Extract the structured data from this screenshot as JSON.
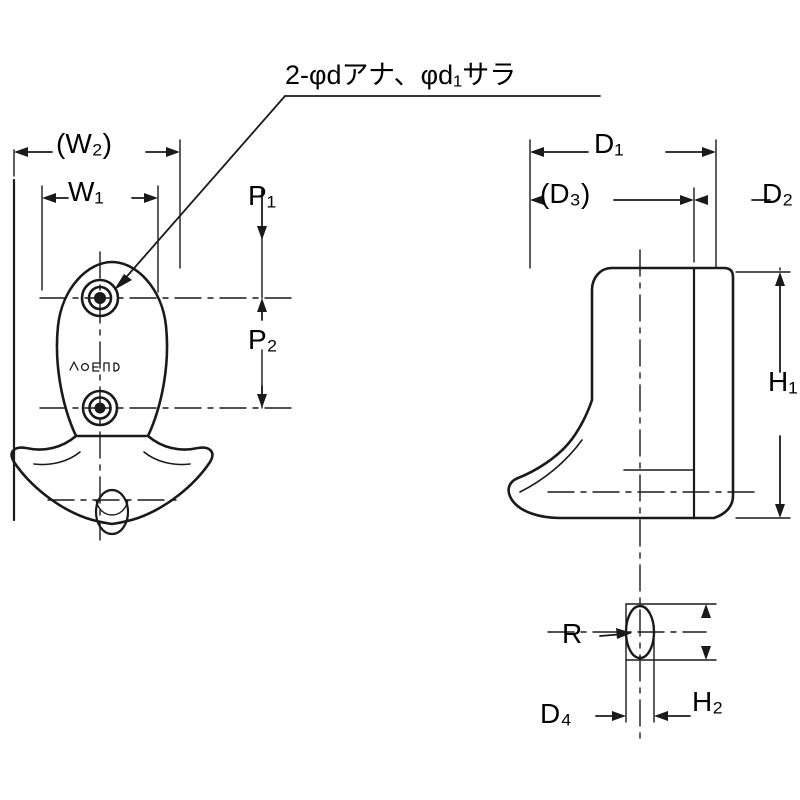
{
  "diagram": {
    "title_note": "2-φdアナ、φd₁サラ",
    "type": "technical-drawing",
    "subject": "wall hook front view and side view with dimension callouts",
    "line_color": "#1a1a1a",
    "background_color": "#ffffff",
    "front_view": {
      "labels": {
        "w2": "(W₂)",
        "w1": "W₁",
        "p1": "P₁",
        "p2": "P₂"
      }
    },
    "side_view": {
      "labels": {
        "d1": "D₁",
        "d3": "(D₃)",
        "d2": "D₂",
        "h1": "H₁",
        "r": "R",
        "d4": "D₄",
        "h2": "H₂"
      }
    }
  }
}
